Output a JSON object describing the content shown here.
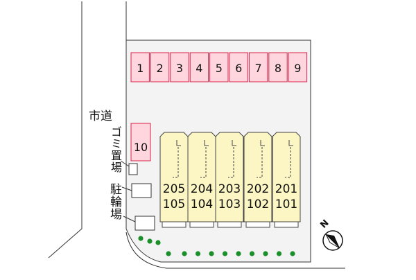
{
  "parking": [
    "1",
    "2",
    "3",
    "4",
    "5",
    "6",
    "7",
    "8",
    "9",
    "10"
  ],
  "labels": {
    "road": "市道",
    "garbage": "ゴミ置場",
    "bike": "駐輪場"
  },
  "units": [
    {
      "upper": "205",
      "lower": "105"
    },
    {
      "upper": "204",
      "lower": "104"
    },
    {
      "upper": "203",
      "lower": "103"
    },
    {
      "upper": "202",
      "lower": "102"
    },
    {
      "upper": "201",
      "lower": "101"
    }
  ],
  "compass": {
    "letter": "N"
  },
  "colors": {
    "parking_fill": "#ffd6de",
    "parking_stroke": "#d8204a",
    "building_fill": "#fbf6c4",
    "lot_fill": "#f3f3f3",
    "tree": "#1a8f2a"
  }
}
